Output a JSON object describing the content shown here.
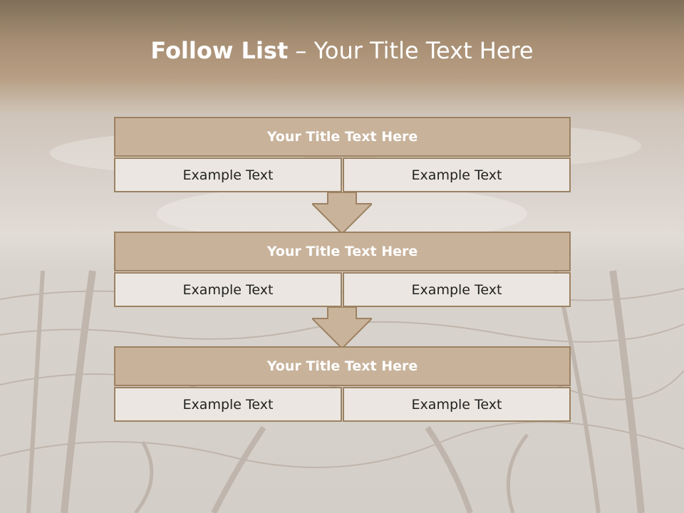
{
  "slide": {
    "title_bold": "Follow List",
    "title_rest": "– Your Title Text Here"
  },
  "blocks": [
    {
      "title": "Your Title Text Here",
      "left": "Example Text",
      "right": "Example Text"
    },
    {
      "title": "Your Title Text Here",
      "left": "Example Text",
      "right": "Example Text"
    },
    {
      "title": "Your Title Text Here",
      "left": "Example Text",
      "right": "Example Text"
    }
  ],
  "colors": {
    "header_fill": "#c8b29a",
    "border": "#9c8262",
    "cell_fill": "#ebe6e1",
    "arrow_fill": "#c9b39b"
  }
}
